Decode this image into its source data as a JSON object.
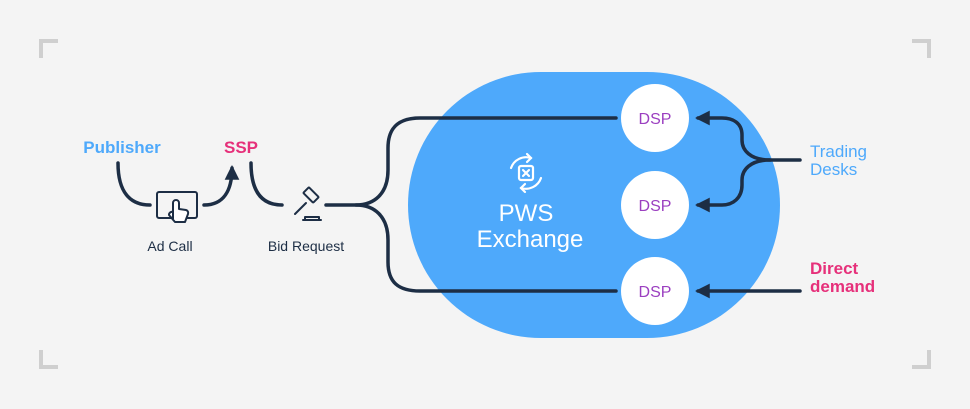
{
  "nodes": {
    "publisher": "Publisher",
    "ssp": "SSP",
    "ad_call": "Ad Call",
    "bid_request": "Bid Request",
    "exchange_line1": "PWS",
    "exchange_line2": "Exchange",
    "dsp_1": "DSP",
    "dsp_2": "DSP",
    "dsp_3": "DSP",
    "trading_line1": "Trading",
    "trading_line2": "Desks",
    "direct_line1": "Direct",
    "direct_line2": "demand"
  },
  "colors": {
    "background": "#f4f4f4",
    "exchange_blue": "#4ea9fb",
    "publisher_blue": "#4ea9fb",
    "ssp_pink": "#e6307a",
    "dsp_purple": "#9b3fc0",
    "navy_line": "#1d2e45",
    "corner_gray": "#cfcfcf"
  },
  "icons": {
    "ad_call": "tap-screen-icon",
    "bid_request": "gavel-icon",
    "exchange": "exchange-cycle-icon"
  }
}
